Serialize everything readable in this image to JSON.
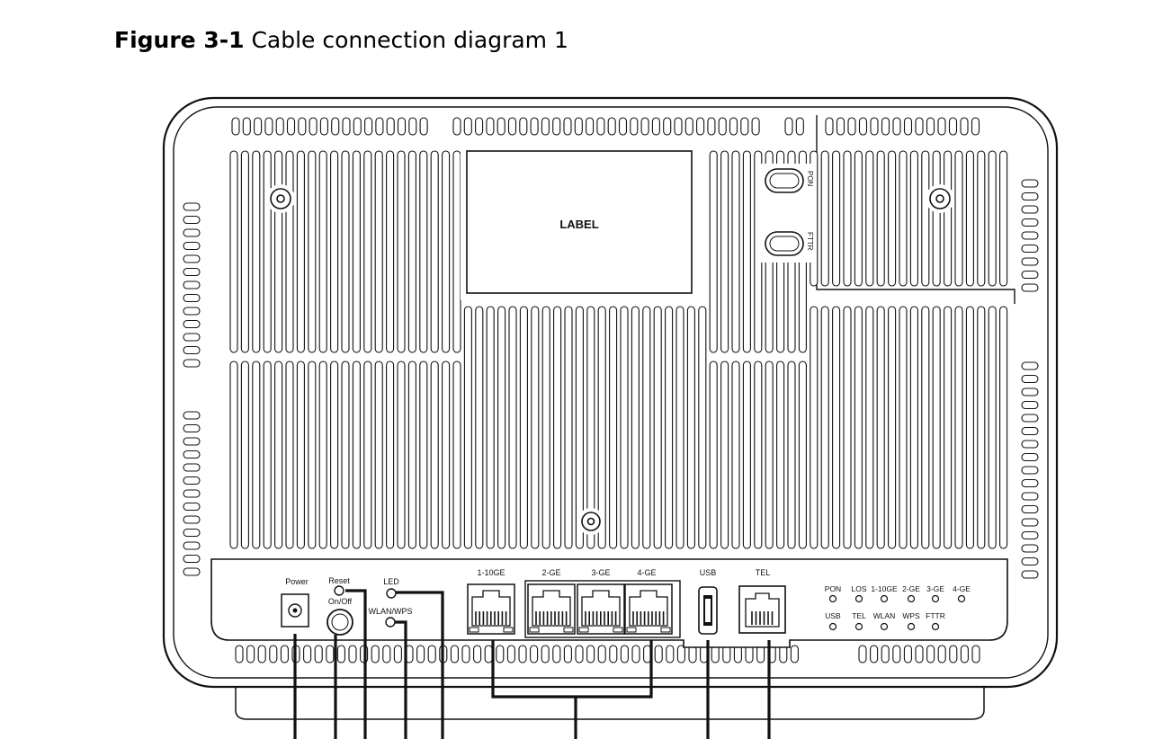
{
  "figure": {
    "number": "Figure 3-1",
    "title": "Cable connection diagram 1"
  },
  "device": {
    "label_area_text": "LABEL",
    "buttons": {
      "pon": "PON",
      "fttr": "FTTR"
    },
    "ports": {
      "power": "Power",
      "reset": "Reset",
      "on_off": "On/Off",
      "led": "LED",
      "wlan_wps": "WLAN/WPS",
      "lan1": "1-10GE",
      "lan2": "2-GE",
      "lan3": "3-GE",
      "lan4": "4-GE",
      "usb": "USB",
      "tel": "TEL"
    },
    "indicators_row1": [
      "PON",
      "LOS",
      "1-10GE",
      "2-GE",
      "3-GE",
      "4-GE"
    ],
    "indicators_row2": [
      "USB",
      "TEL",
      "WLAN",
      "WPS",
      "FTTR"
    ]
  },
  "colors": {
    "line": "#111111",
    "background": "#ffffff"
  }
}
